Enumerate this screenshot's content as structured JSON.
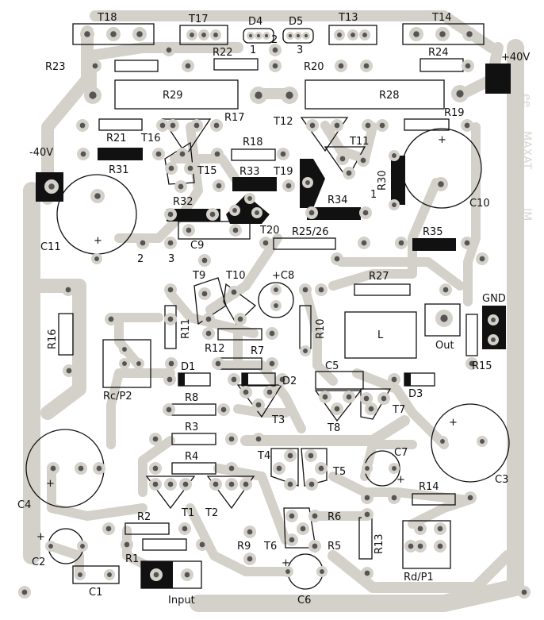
{
  "labels": {
    "T18": "T18",
    "T17": "T17",
    "D4": "D4",
    "D5": "D5",
    "T13": "T13",
    "T14": "T14",
    "R23": "R23",
    "R22": "R22",
    "R20": "R20",
    "R24": "R24",
    "plus40V": "+40V",
    "R29": "R29",
    "R28": "R28",
    "R17": "R17",
    "R21": "R21",
    "R19": "R19",
    "T16": "T16",
    "T12": "T12",
    "T11": "T11",
    "R18": "R18",
    "minus40V": "-40V",
    "R31": "R31",
    "T15": "T15",
    "R33": "R33",
    "T19": "T19",
    "R30": "R30",
    "C10": "C10",
    "R32": "R32",
    "R34": "R34",
    "C11": "C11",
    "C9": "C9",
    "T20": "T20",
    "R25_26": "R25/26",
    "R35": "R35",
    "T9": "T9",
    "T10": "T10",
    "C8": "+C8",
    "R27": "R27",
    "GND": "GND",
    "R16": "R16",
    "R11": "R11",
    "R12": "R12",
    "R10": "R10",
    "L": "L",
    "Out": "Out",
    "R15": "R15",
    "R7": "R7",
    "Rc_P2": "Rc/P2",
    "D1": "D1",
    "D2": "D2",
    "C5": "C5",
    "D3": "D3",
    "R8": "R8",
    "T3": "T3",
    "T8": "T8",
    "T7": "T7",
    "R3": "R3",
    "C4": "C4",
    "T4": "T4",
    "C7": "C7",
    "T5": "T5",
    "R4": "R4",
    "C3": "C3",
    "R14": "R14",
    "T1": "T1",
    "T2": "T2",
    "R6": "R6",
    "R2": "R2",
    "T6": "T6",
    "R13": "R13",
    "C2": "C2",
    "R9": "R9",
    "R5": "R5",
    "R1": "R1",
    "Rd_P1": "Rd/P1",
    "C1": "C1",
    "Input": "Input",
    "C6": "C6",
    "n1a": "1",
    "n2a": "2",
    "n3a": "3",
    "n1b": "1",
    "n2b": "2",
    "n3b": "3",
    "plus_a": "+",
    "plus_b": "+",
    "plus_c": "+",
    "plus_d": "+",
    "plus_e": "+",
    "plus_f": "+",
    "plus_g": "+"
  },
  "mirror_text": {
    "ee": "ee",
    "maxat": "MAXAT",
    "mi": "IM"
  },
  "colors": {
    "copper": "#d3d1c9",
    "board": "#ffffff",
    "pad_center": "#555555",
    "outline": "#111111",
    "solid": "#111111"
  }
}
